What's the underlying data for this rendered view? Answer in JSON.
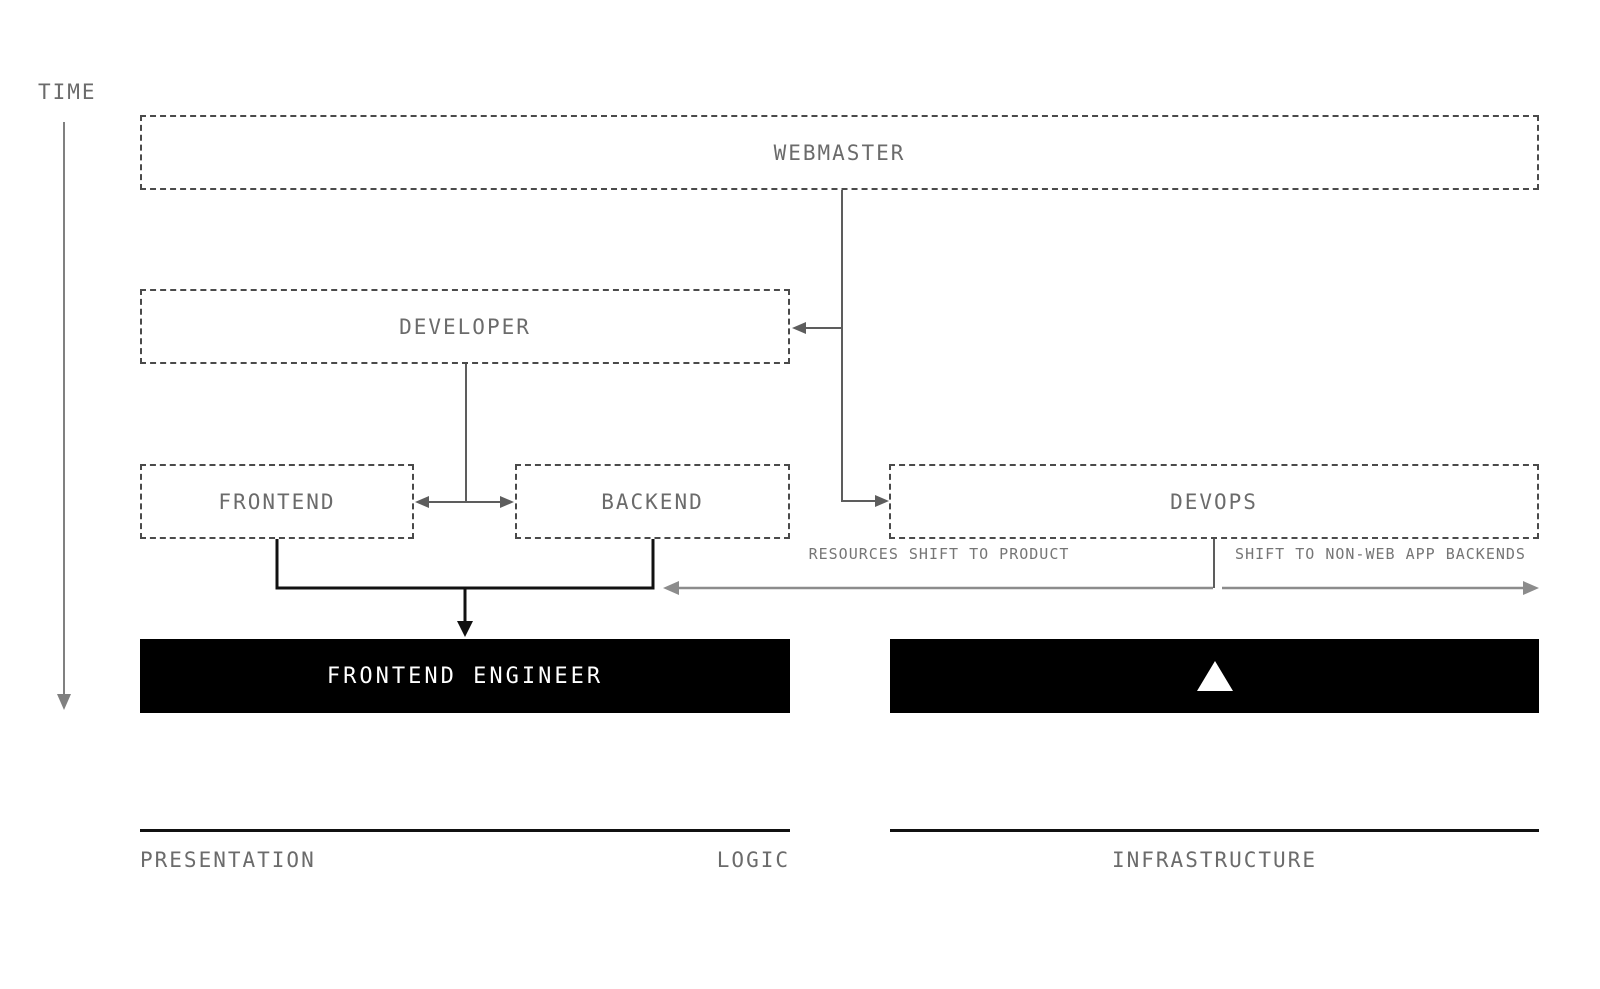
{
  "time_axis": {
    "label": "TIME"
  },
  "boxes": {
    "webmaster": {
      "label": "WEBMASTER"
    },
    "developer": {
      "label": "DEVELOPER"
    },
    "frontend": {
      "label": "FRONTEND"
    },
    "backend": {
      "label": "BACKEND"
    },
    "devops": {
      "label": "DEVOPS"
    },
    "frontend_engineer": {
      "label": "FRONTEND ENGINEER"
    },
    "infrastructure_vendor": {
      "icon": "vercel-triangle-icon"
    }
  },
  "annotations": {
    "resources_shift": "RESOURCES SHIFT TO PRODUCT",
    "non_web_shift": "SHIFT TO NON-WEB APP BACKENDS"
  },
  "footer": {
    "presentation": "PRESENTATION",
    "logic": "LOGIC",
    "infrastructure": "INFRASTRUCTURE"
  },
  "colors": {
    "background": "#ffffff",
    "box_border": "#4a4a4a",
    "label_text": "#6b6b6b",
    "annotation_text": "#757575",
    "connector": "#5d5d5d",
    "shift_arrow": "#8c8c8c",
    "time_arrow": "#808080",
    "solid_box": "#000000",
    "solid_box_text": "#ffffff",
    "baseline": "#111111"
  }
}
